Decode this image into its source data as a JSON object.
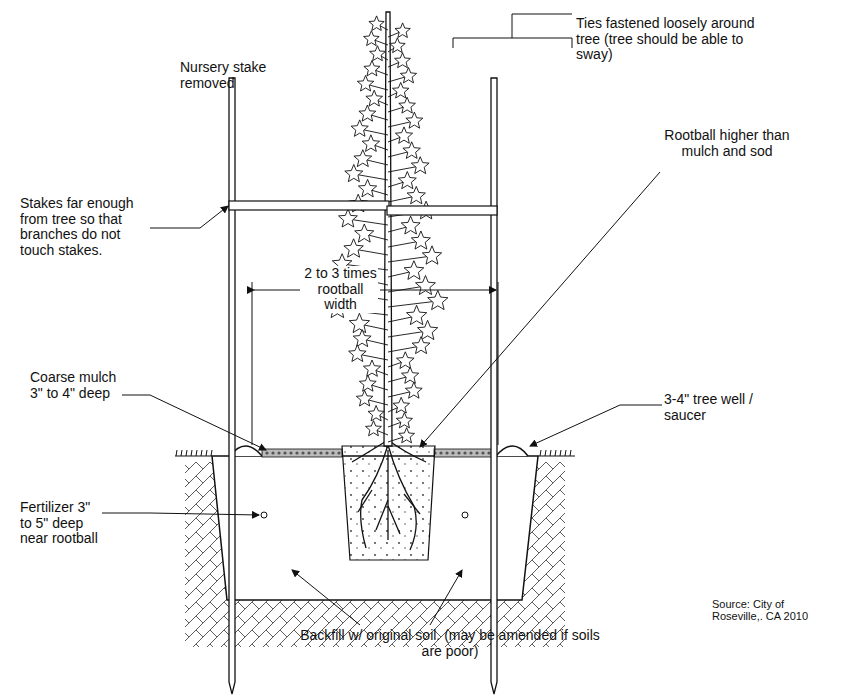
{
  "diagram": {
    "labels": [
      "Nursery stake removed",
      "Ties fastened loosely around tree (tree should be able to sway)",
      "Stakes far enough from tree so that branches do not touch stakes.",
      "Rootball higher than mulch and sod",
      "2 to 3 times rootball width",
      "Coarse mulch 3\" to 4\" deep",
      "3-4\" tree well / saucer",
      "Fertilizer 3\" to 5\" deep near rootball",
      "Source: City of Roseville,. CA 2010",
      "Backfill w/ original soil. (may be amended if soils are poor)"
    ]
  }
}
